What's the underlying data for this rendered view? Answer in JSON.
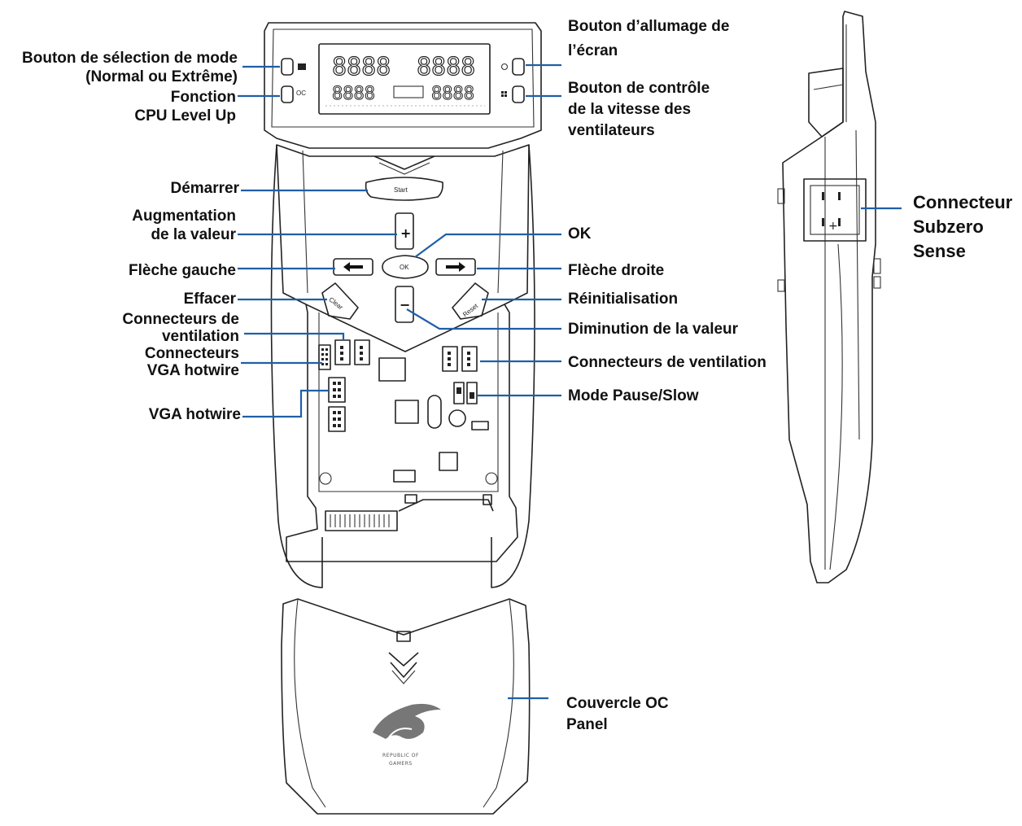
{
  "labels": {
    "mode_select": "Bouton de sélection de mode",
    "mode_select_sub": "(Normal ou Extrême)",
    "cpu_level_up_1": "Fonction",
    "cpu_level_up_2": "CPU Level Up",
    "screen_power_1": "Bouton d’allumage de",
    "screen_power_2": "l’écran",
    "fan_speed_1": "Bouton de contrôle",
    "fan_speed_2": "de la vitesse des",
    "fan_speed_3": "ventilateurs",
    "start": "Démarrer",
    "increase_1": "Augmentation",
    "increase_2": "de la valeur",
    "ok": "OK",
    "left_arrow": "Flèche gauche",
    "right_arrow": "Flèche droite",
    "clear": "Effacer",
    "reset": "Réinitialisation",
    "fan_conn_left_1": "Connecteurs de",
    "fan_conn_left_2": "ventilation",
    "decrease": "Diminution de la valeur",
    "vga_conn_1": "Connecteurs",
    "vga_conn_2": "VGA hotwire",
    "fan_conn_right": "Connecteurs de ventilation",
    "pause_slow": "Mode Pause/Slow",
    "vga_hotwire": "VGA hotwire",
    "subzero_1": "Connecteur",
    "subzero_2": "Subzero",
    "subzero_3": "Sense",
    "cover_1": "Couvercle OC",
    "cover_2": "Panel"
  },
  "device": {
    "start_btn": "Start",
    "ok_btn": "OK",
    "clear_btn": "Clear",
    "reset_btn": "Reset",
    "plus_sign": "+",
    "minus_sign": "−",
    "oc_mark": "OC",
    "lcd_main_left": "8888",
    "lcd_main_right": "8888",
    "lcd_sub_left": "8888",
    "lcd_sub_right": "8888",
    "logo_1": "REPUBLIC OF",
    "logo_2": "GAMERS"
  },
  "colors": {
    "leader": "#1f5fa8",
    "outline": "#222222"
  }
}
